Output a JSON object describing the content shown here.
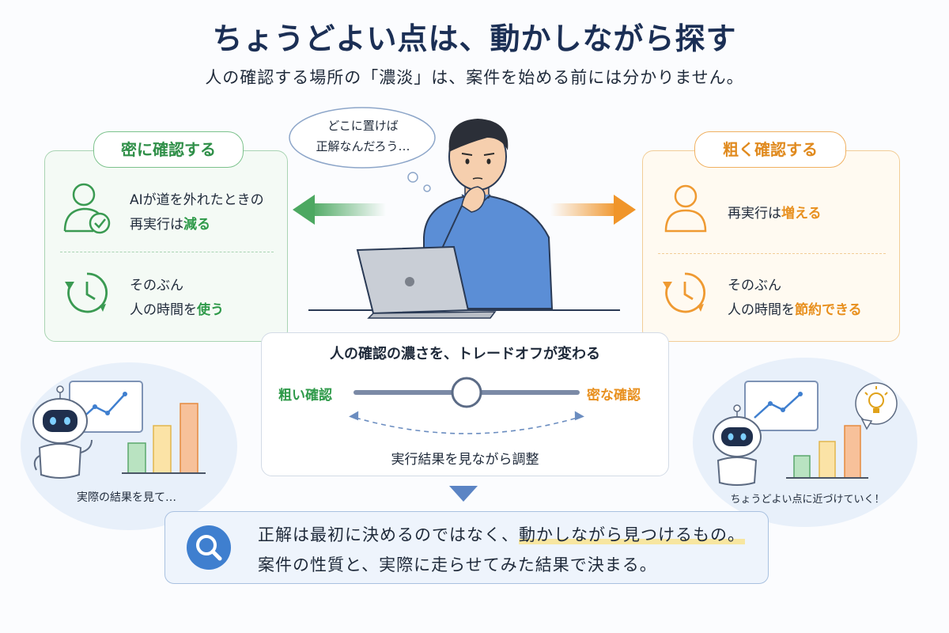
{
  "header": {
    "title": "ちょうどよい点は、動かしながら探す",
    "subtitle": "人の確認する場所の「濃淡」は、案件を始める前には分かりません。"
  },
  "thought": {
    "line1": "どこに置けば",
    "line2": "正解なんだろう…"
  },
  "left_panel": {
    "title": "密に確認する",
    "item1_line1": "AIが道を外れたときの",
    "item1_line2_pre": "再実行は",
    "item1_line2_hl": "減る",
    "item2_line1": "そのぶん",
    "item2_line2_pre": "人の時間を",
    "item2_line2_hl": "使う"
  },
  "right_panel": {
    "title": "粗く確認する",
    "item1_pre": "再実行は",
    "item1_hl": "増える",
    "item2_line1": "そのぶん",
    "item2_line2_pre": "人の時間を",
    "item2_line2_hl": "節約できる"
  },
  "center": {
    "heading": "人の確認の濃さを、トレードオフが変わる",
    "left_label": "粗い確認",
    "right_label": "密な確認",
    "footer": "実行結果を見ながら調整"
  },
  "slider_position": 0.5,
  "left_robot_caption": "実際の結果を見て…",
  "right_robot_caption": "ちょうどよい点に近づけていく！",
  "conclusion": {
    "line1_pre": "正解は最初に決めるのではなく、",
    "line1_hl": "動かしながら見つけるもの。",
    "line2": "案件の性質と、実際に走らせてみた結果で決まる。"
  },
  "colors": {
    "green": "#2f9a4a",
    "orange": "#e8901f",
    "navy": "#1b2f55",
    "blue": "#3f7fcf"
  }
}
